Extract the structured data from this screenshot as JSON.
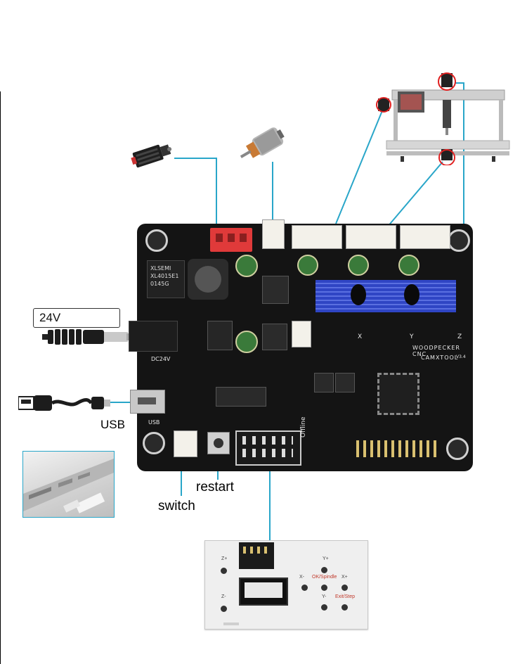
{
  "labels": {
    "voltage": "24V",
    "usb": "USB",
    "restart": "restart",
    "switch": "switch"
  },
  "board": {
    "brand": "WOODPECKER CNC",
    "maker": "CAMXTOOL",
    "version": "V3.4",
    "dc_label": "DC24V",
    "usb_label": "USB",
    "offline_label": "Offline",
    "chip_text": "XL4015E1",
    "chip_brand": "XLSEMI",
    "chip_code": "0145G",
    "axis_x": "X",
    "axis_y": "Y",
    "axis_z": "Z"
  },
  "controller": {
    "z_plus": "Z+",
    "z_minus": "Z-",
    "y_plus": "Y+",
    "y_minus": "Y-",
    "x_plus": "X+",
    "x_minus": "X-",
    "ok_spindle": "OK/Spindle",
    "exit_step": "Exit/Step"
  },
  "colors": {
    "line": "#29a6c9",
    "board": "#141414",
    "heatsink": "#2f45c4",
    "red_connector": "#e03a3a",
    "highlight": "#e02020"
  }
}
